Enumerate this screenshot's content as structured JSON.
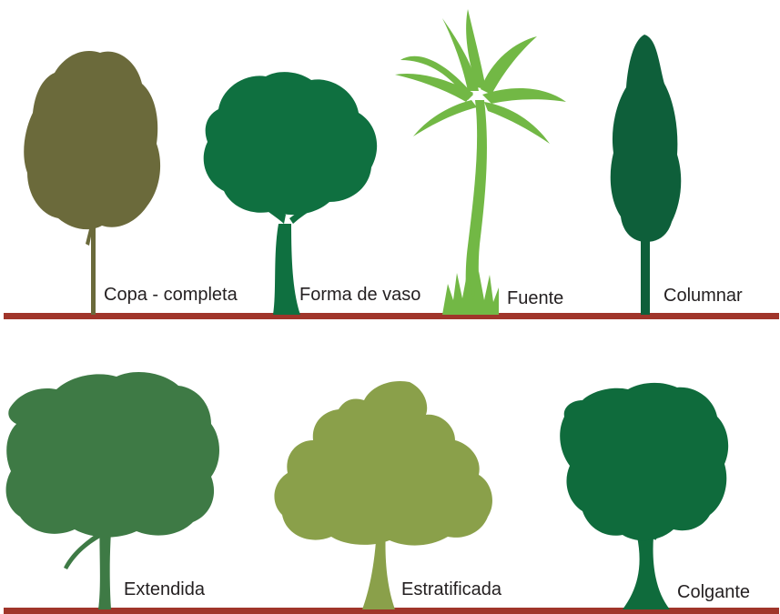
{
  "colors": {
    "ground": "#a0352a",
    "copa_completa": "#6b6a3b",
    "forma_de_vaso": "#0f7040",
    "fuente": "#72b845",
    "columnar": "#0e5f3a",
    "extendida": "#3e7a45",
    "estratificada": "#8aa04a",
    "colgante": "#0f6b3c"
  },
  "trees": [
    {
      "label": "Copa - completa",
      "icon": "tree-full-crown-icon"
    },
    {
      "label": "Forma de vaso",
      "icon": "tree-vase-shape-icon"
    },
    {
      "label": "Fuente",
      "icon": "tree-fountain-palm-icon"
    },
    {
      "label": "Columnar",
      "icon": "tree-columnar-icon"
    },
    {
      "label": "Extendida",
      "icon": "tree-spreading-icon"
    },
    {
      "label": "Estratificada",
      "icon": "tree-layered-icon"
    },
    {
      "label": "Colgante",
      "icon": "tree-weeping-icon"
    }
  ]
}
